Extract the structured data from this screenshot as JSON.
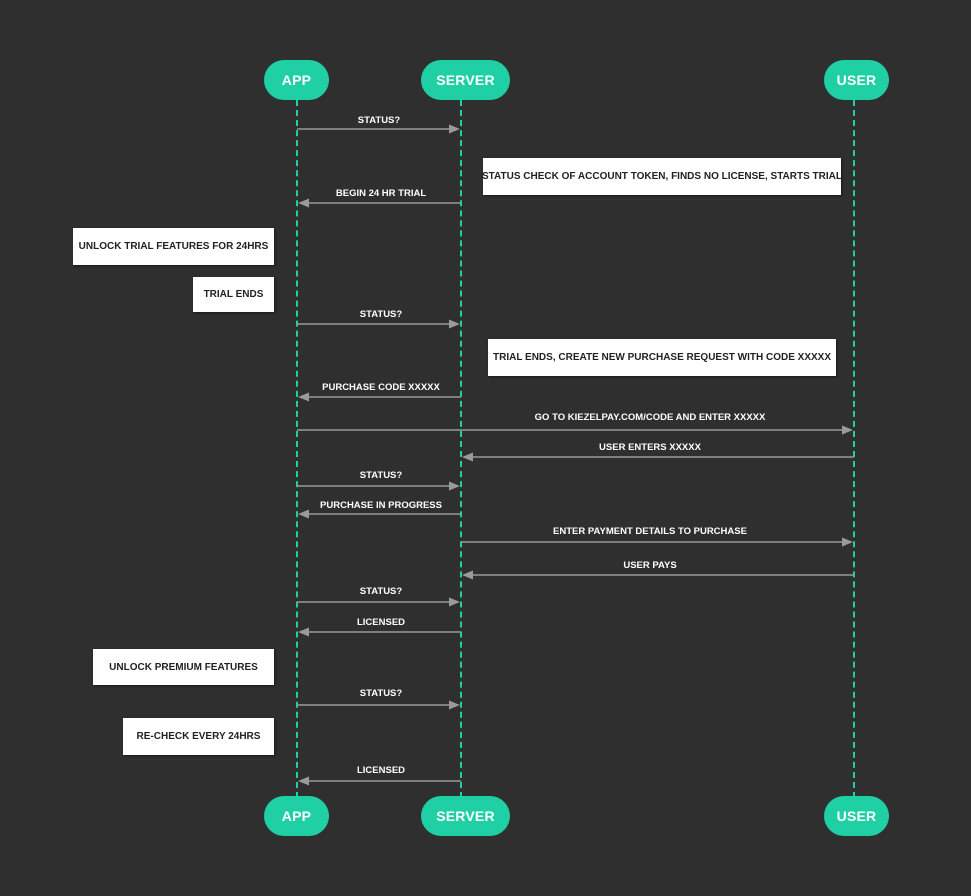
{
  "diagram": {
    "actors": [
      {
        "id": "app",
        "label": "APP"
      },
      {
        "id": "server",
        "label": "SERVER"
      },
      {
        "id": "user",
        "label": "USER"
      }
    ],
    "messages": [
      {
        "from": "app",
        "to": "server",
        "label": "STATUS?"
      },
      {
        "from": "server",
        "to": "app",
        "label": "BEGIN 24 HR TRIAL"
      },
      {
        "from": "app",
        "to": "server",
        "label": "STATUS?"
      },
      {
        "from": "server",
        "to": "app",
        "label": "PURCHASE CODE XXXXX"
      },
      {
        "from": "app",
        "to": "user",
        "label": "GO TO KIEZELPAY.COM/CODE AND ENTER XXXXX"
      },
      {
        "from": "user",
        "to": "server",
        "label": "USER ENTERS XXXXX"
      },
      {
        "from": "app",
        "to": "server",
        "label": "STATUS?"
      },
      {
        "from": "server",
        "to": "app",
        "label": "PURCHASE IN PROGRESS"
      },
      {
        "from": "server",
        "to": "user",
        "label": "ENTER PAYMENT DETAILS TO PURCHASE"
      },
      {
        "from": "user",
        "to": "server",
        "label": "USER PAYS"
      },
      {
        "from": "app",
        "to": "server",
        "label": "STATUS?"
      },
      {
        "from": "server",
        "to": "app",
        "label": "LICENSED"
      },
      {
        "from": "app",
        "to": "server",
        "label": "STATUS?"
      },
      {
        "from": "server",
        "to": "app",
        "label": "LICENSED"
      }
    ],
    "notes": [
      {
        "label": "STATUS CHECK OF ACCOUNT TOKEN, FINDS NO LICENSE, STARTS TRIAL"
      },
      {
        "label": "UNLOCK TRIAL FEATURES FOR 24HRS"
      },
      {
        "label": "TRIAL ENDS"
      },
      {
        "label": "TRIAL ENDS, CREATE NEW PURCHASE REQUEST WITH CODE XXXXX"
      },
      {
        "label": "UNLOCK PREMIUM FEATURES"
      },
      {
        "label": "RE-CHECK EVERY 24HRS"
      }
    ],
    "colors": {
      "accent": "#1fd0a5",
      "background": "#2f2f2f",
      "arrow": "#9a9a9a",
      "note": "#ffffff"
    }
  }
}
